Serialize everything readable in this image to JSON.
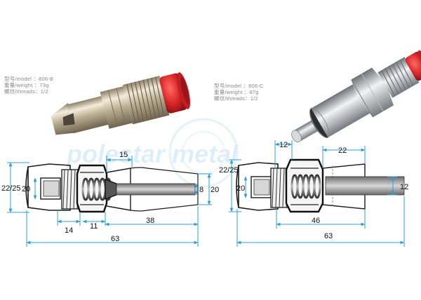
{
  "specs": [
    {
      "model": "型号/model ：806-B",
      "weight": "重量/weight ：73g",
      "threads": "螺纹/threads：1/2"
    },
    {
      "model": "型号/model ：806-C",
      "weight": "重量/weight ：87g",
      "threads": "螺纹/threads：1/2"
    }
  ],
  "watermark": "polestar metal",
  "dims_left": {
    "overall_dia": "22/25",
    "inner_left": "20",
    "top": "15",
    "pin": "8",
    "right": "20",
    "hex": "14",
    "nut": "11",
    "body": "38",
    "total": "63"
  },
  "dims_right": {
    "overall_dia": "22/25",
    "inner_left": "20",
    "top_left": "12",
    "top_right": "22",
    "pin": "12",
    "mid": "46",
    "total": "63"
  },
  "colors": {
    "dimension": "#2f9fd8",
    "cap": "#d9262b",
    "metal": "#b9bcc0",
    "watermark": "#bfe0f2"
  }
}
